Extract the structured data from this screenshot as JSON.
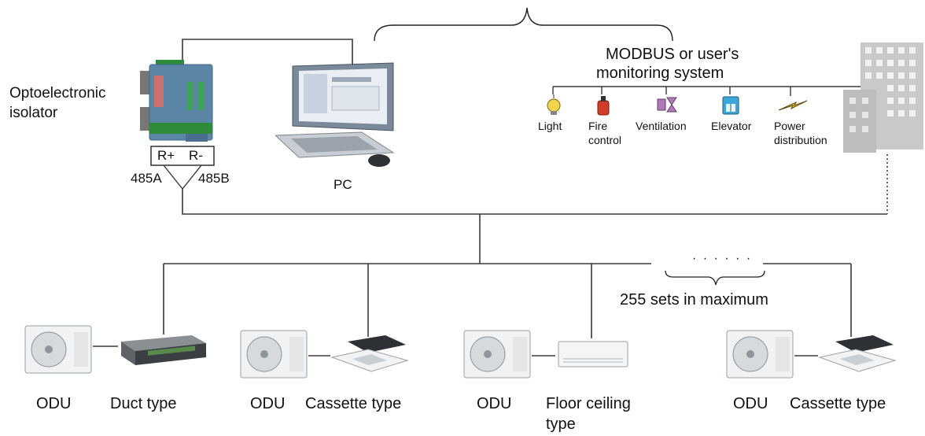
{
  "labels": {
    "isolator_line1": "Optoelectronic",
    "isolator_line2": "isolator",
    "terminal_plus": "R+",
    "terminal_minus": "R-",
    "port_a": "485A",
    "port_b": "485B",
    "pc": "PC",
    "monitoring_line1": "MODBUS or user's",
    "monitoring_line2": "monitoring system",
    "ellipsis": "· · · · · ·",
    "max_sets": "255 sets in maximum"
  },
  "building_systems": [
    {
      "line1": "Light",
      "line2": "",
      "icon": "light-bulb-icon"
    },
    {
      "line1": "Fire",
      "line2": "control",
      "icon": "fire-extinguisher-icon"
    },
    {
      "line1": "Ventilation",
      "line2": "",
      "icon": "fan-icon"
    },
    {
      "line1": "Elevator",
      "line2": "",
      "icon": "elevator-icon"
    },
    {
      "line1": "Power",
      "line2": "distribution",
      "icon": "lightning-icon"
    }
  ],
  "units": [
    {
      "odu": "ODU",
      "idu_line1": "Duct type",
      "idu_line2": "",
      "idu_kind": "duct-unit"
    },
    {
      "odu": "ODU",
      "idu_line1": "Cassette type",
      "idu_line2": "",
      "idu_kind": "cassette-unit"
    },
    {
      "odu": "ODU",
      "idu_line1": "Floor ceiling",
      "idu_line2": "type",
      "idu_kind": "floor-ceiling-unit"
    },
    {
      "odu": "ODU",
      "idu_line1": "Cassette type",
      "idu_line2": "",
      "idu_kind": "cassette-unit"
    }
  ],
  "colors": {
    "wire": "#3a3a3a",
    "isolator_body": "#5b86a8",
    "building": "#c9c9c9",
    "elevator_icon": "#3aa7d8",
    "fire_icon": "#d23a2a",
    "vent_icon": "#b07ab8",
    "light_icon": "#f2d54a",
    "power_icon": "#f2c21a"
  }
}
